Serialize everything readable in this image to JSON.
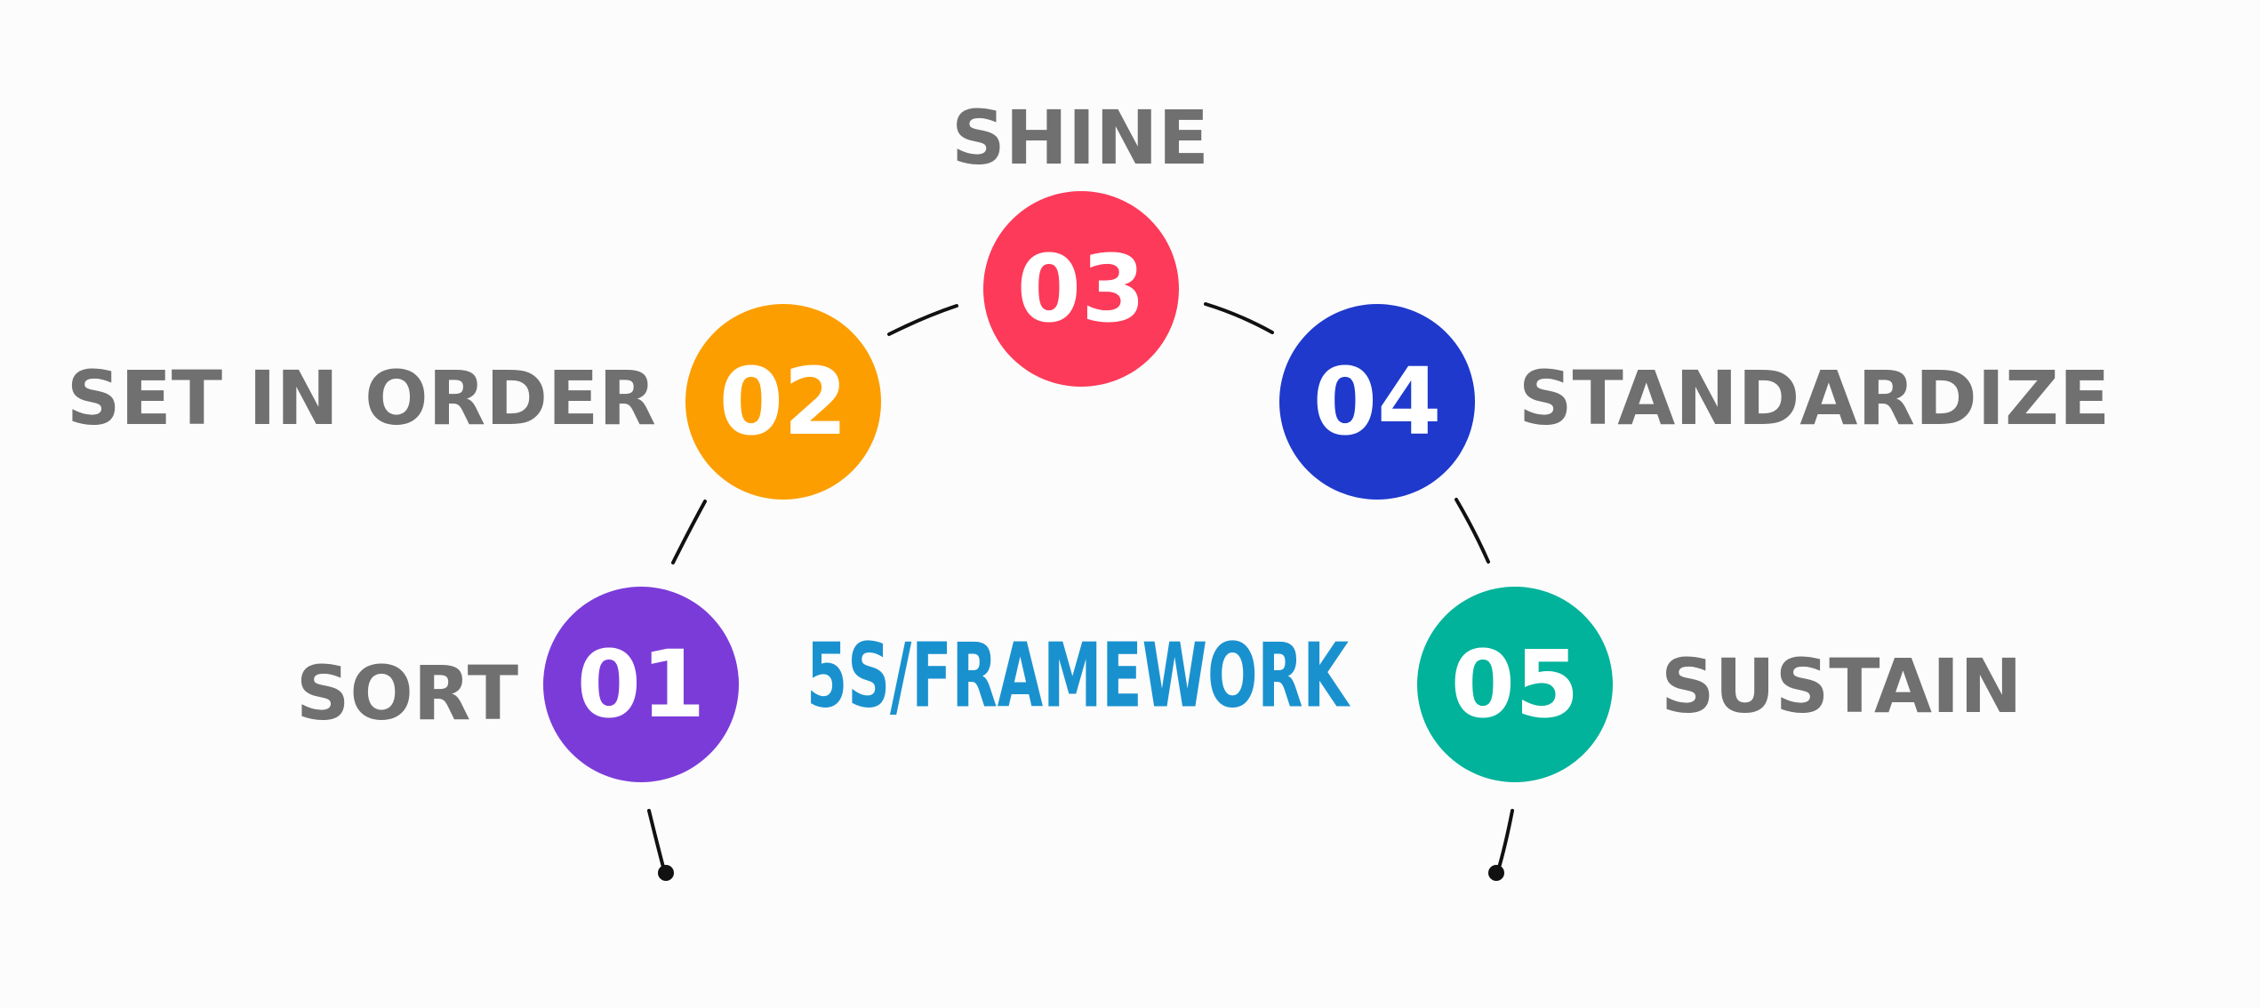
{
  "title": "5S/FRAMEWORK",
  "steps": [
    {
      "number": "01",
      "label": "SORT",
      "color": "#7b3bd9"
    },
    {
      "number": "02",
      "label": "SET IN ORDER",
      "color": "#fc9e00"
    },
    {
      "number": "03",
      "label": "SHINE",
      "color": "#fd3a59"
    },
    {
      "number": "04",
      "label": "STANDARDIZE",
      "color": "#1e39cc"
    },
    {
      "number": "05",
      "label": "SUSTAIN",
      "color": "#00b39a"
    }
  ],
  "colors": {
    "title": "#1a91cf",
    "label": "#707070",
    "connector": "#111111",
    "number": "#ffffff"
  }
}
